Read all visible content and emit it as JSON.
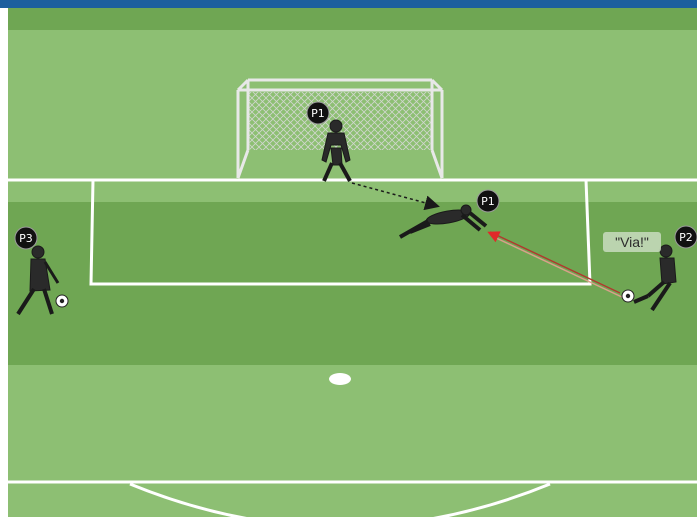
{
  "colors": {
    "top_bar": "#1c5f9e",
    "pitch_light": "#8dbf73",
    "pitch_dark": "#6fa653",
    "line": "#ffffff",
    "pass_arrow": "#c0392b",
    "run_arrow": "#1a1a1a",
    "badge": "#111111",
    "kit": "#2a2a2a",
    "ball": "#ffffff"
  },
  "players": {
    "goalkeeper_standing": {
      "label": "P1"
    },
    "goalkeeper_diving": {
      "label": "P1"
    },
    "shooter": {
      "label": "P2"
    },
    "waiting": {
      "label": "P3"
    }
  },
  "callout": {
    "text": "\"Via!\""
  }
}
